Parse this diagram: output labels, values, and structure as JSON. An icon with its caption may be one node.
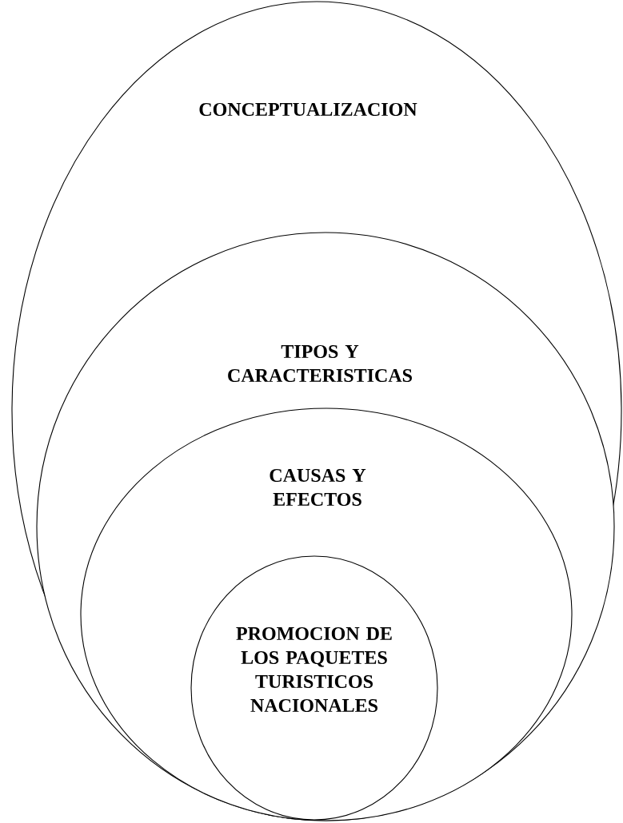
{
  "diagram": {
    "nodes": [
      {
        "text": [
          "CONCEPTUALIZACION"
        ]
      },
      {
        "text": [
          "TIPOS Y CARACTERISTICAS"
        ],
        "in": 0
      },
      {
        "text": [
          "CAUSAS Y EFECTOS"
        ],
        "in": 1
      },
      {
        "text": [
          "PROMOCION DE LOS PAQUETES TURISTICOS NACIONALES"
        ],
        "in": 2
      }
    ]
  }
}
